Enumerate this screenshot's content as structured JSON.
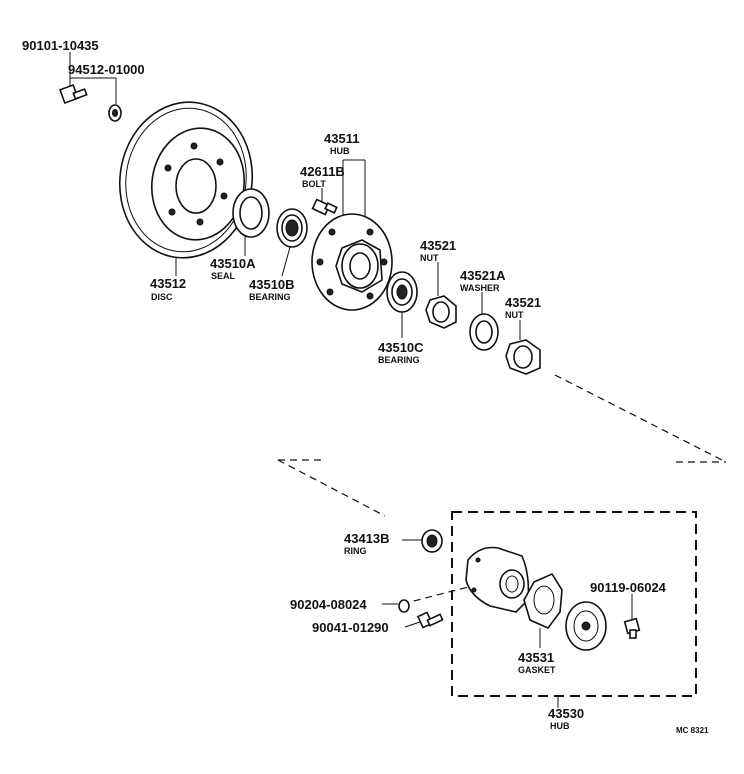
{
  "parts": {
    "bolt_top": {
      "number": "90101-10435"
    },
    "nut_top": {
      "number": "94512-01000"
    },
    "disc": {
      "number": "43512",
      "name": "DISC"
    },
    "seal": {
      "number": "43510A",
      "name": "SEAL"
    },
    "bearing_inner": {
      "number": "43510B",
      "name": "BEARING"
    },
    "hub": {
      "number": "43511",
      "name": "HUB"
    },
    "hub_bolt": {
      "number": "42611B",
      "name": "BOLT"
    },
    "bearing_outer": {
      "number": "43510C",
      "name": "BEARING"
    },
    "nut_1": {
      "number": "43521",
      "name": "NUT"
    },
    "washer": {
      "number": "43521A",
      "name": "WASHER"
    },
    "nut_2": {
      "number": "43521",
      "name": "NUT"
    },
    "ring": {
      "number": "43413B",
      "name": "RING"
    },
    "bolt_90204": {
      "number": "90204-08024"
    },
    "bolt_90041": {
      "number": "90041-01290"
    },
    "bolt_90119": {
      "number": "90119-06024"
    },
    "gasket": {
      "number": "43531",
      "name": "GASKET"
    },
    "free_hub": {
      "number": "43530",
      "name": "HUB"
    }
  },
  "diagram_code": "MC 8321"
}
